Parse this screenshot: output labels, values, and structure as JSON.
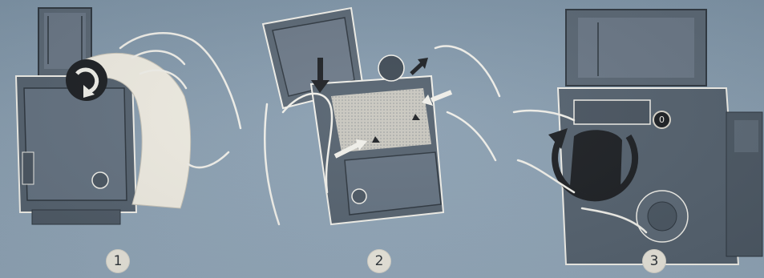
{
  "steps": [
    {
      "number": "1"
    },
    {
      "number": "2"
    },
    {
      "number": "3"
    }
  ],
  "counter_label": "0",
  "colors": {
    "background": "#8a9fb1",
    "camera_body": "#5a6774",
    "outline": "#f1f0ea",
    "dark": "#1d2024",
    "paper": "#efece2"
  },
  "icons": [
    "camera-back-icon",
    "hand-icon",
    "arrow-down-icon",
    "curved-arrow-icon",
    "rotate-arrow-icon"
  ]
}
